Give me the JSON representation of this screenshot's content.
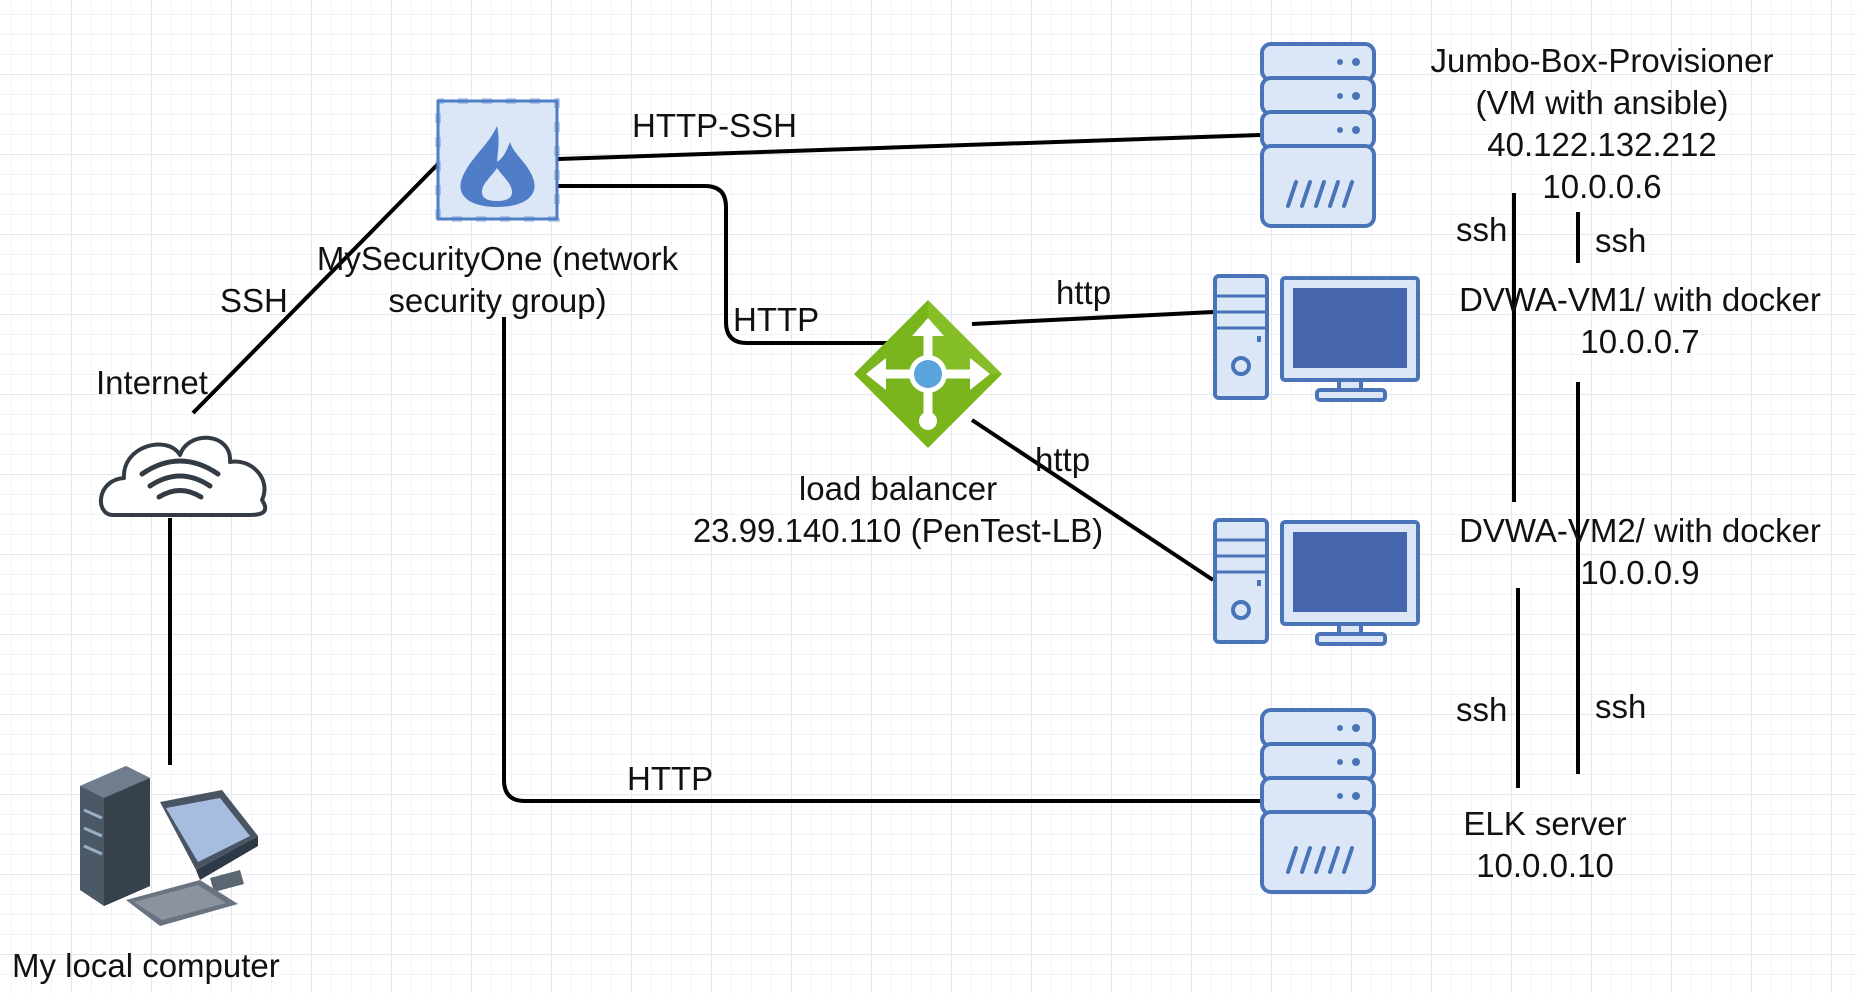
{
  "diagram": {
    "nodes": {
      "internet": {
        "label": "Internet",
        "icon": "cloud-wifi-icon"
      },
      "local_computer": {
        "label": "My local computer",
        "icon": "desktop-computer-icon"
      },
      "nsg": {
        "label_line1": "MySecurityOne (network",
        "label_line2": "security group)",
        "icon": "network-security-group-icon"
      },
      "load_balancer": {
        "label_line1": "load balancer",
        "label_line2": "23.99.140.110 (PenTest-LB)",
        "icon": "load-balancer-icon"
      },
      "jumpbox": {
        "label_line1": "Jumbo-Box-Provisioner",
        "label_line2": "(VM with ansible)",
        "label_line3": "40.122.132.212",
        "label_line4": "10.0.0.6",
        "icon": "server-icon"
      },
      "dvwa1": {
        "label_line1": "DVWA-VM1/ with docker",
        "label_line2": "10.0.0.7",
        "icon": "workstation-icon"
      },
      "dvwa2": {
        "label_line1": "DVWA-VM2/ with docker",
        "label_line2": "10.0.0.9",
        "icon": "workstation-icon"
      },
      "elk": {
        "label_line1": "ELK server",
        "label_line2": "10.0.0.10",
        "icon": "server-icon"
      }
    },
    "edges": {
      "internet_nsg": "SSH",
      "nsg_jumpbox": "HTTP-SSH",
      "nsg_lb": "HTTP",
      "lb_dvwa1": "http",
      "lb_dvwa2": "http",
      "nsg_elk": "HTTP",
      "jump_ssh_upper_left": "ssh",
      "jump_ssh_upper_right": "ssh",
      "elk_ssh_lower_left": "ssh",
      "elk_ssh_lower_right": "ssh"
    },
    "colors": {
      "edge": "#000000",
      "server_blue": "#4a74b8",
      "server_light": "#dbe7f7",
      "monitor_screen": "#4565ad",
      "lb_green": "#7ab51d",
      "nsg_blue": "#4f7dc7"
    }
  }
}
